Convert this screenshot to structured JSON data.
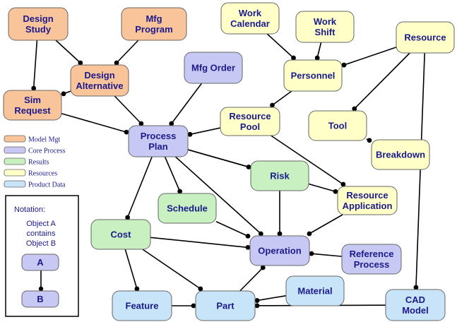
{
  "colors": {
    "model_mgt": "#f9c49a",
    "core_process": "#c8c8f4",
    "results": "#c8f0c0",
    "resources": "#ffffc8",
    "product_data": "#c8e4f8",
    "text": "#1a1a8c"
  },
  "nodes": {
    "design_study": {
      "lines": [
        "Design",
        "Study"
      ],
      "category": "model_mgt"
    },
    "mfg_program": {
      "lines": [
        "Mfg",
        "Program"
      ],
      "category": "model_mgt"
    },
    "design_alternative": {
      "lines": [
        "Design",
        "Alternative"
      ],
      "category": "model_mgt"
    },
    "sim_request": {
      "lines": [
        "Sim",
        "Request"
      ],
      "category": "model_mgt"
    },
    "mfg_order": {
      "lines": [
        "Mfg Order"
      ],
      "category": "core_process"
    },
    "process_plan": {
      "lines": [
        "Process",
        "Plan"
      ],
      "category": "core_process"
    },
    "operation": {
      "lines": [
        "Operation"
      ],
      "category": "core_process"
    },
    "reference_process": {
      "lines": [
        "Reference",
        "Process"
      ],
      "category": "core_process"
    },
    "work_calendar": {
      "lines": [
        "Work",
        "Calendar"
      ],
      "category": "resources"
    },
    "work_shift": {
      "lines": [
        "Work",
        "Shift"
      ],
      "category": "resources"
    },
    "resource": {
      "lines": [
        "Resource"
      ],
      "category": "resources"
    },
    "personnel": {
      "lines": [
        "Personnel"
      ],
      "category": "resources"
    },
    "resource_pool": {
      "lines": [
        "Resource",
        "Pool"
      ],
      "category": "resources"
    },
    "tool": {
      "lines": [
        "Tool"
      ],
      "category": "resources"
    },
    "breakdown": {
      "lines": [
        "Breakdown"
      ],
      "category": "resources"
    },
    "resource_application": {
      "lines": [
        "Resource",
        "Application"
      ],
      "category": "resources"
    },
    "risk": {
      "lines": [
        "Risk"
      ],
      "category": "results"
    },
    "schedule": {
      "lines": [
        "Schedule"
      ],
      "category": "results"
    },
    "cost": {
      "lines": [
        "Cost"
      ],
      "category": "results"
    },
    "feature": {
      "lines": [
        "Feature"
      ],
      "category": "product_data"
    },
    "part": {
      "lines": [
        "Part"
      ],
      "category": "product_data"
    },
    "material": {
      "lines": [
        "Material"
      ],
      "category": "product_data"
    },
    "cad_model": {
      "lines": [
        "CAD",
        "Model"
      ],
      "category": "product_data"
    }
  },
  "edges": [
    {
      "from": "design_study",
      "to": "design_alternative"
    },
    {
      "from": "design_study",
      "to": "sim_request"
    },
    {
      "from": "mfg_program",
      "to": "design_alternative"
    },
    {
      "from": "design_alternative",
      "to": "sim_request"
    },
    {
      "from": "design_alternative",
      "to": "process_plan"
    },
    {
      "from": "sim_request",
      "to": "process_plan"
    },
    {
      "from": "mfg_order",
      "to": "process_plan"
    },
    {
      "from": "work_calendar",
      "to": "personnel"
    },
    {
      "from": "work_shift",
      "to": "personnel"
    },
    {
      "from": "resource",
      "to": "personnel"
    },
    {
      "from": "resource",
      "to": "tool"
    },
    {
      "from": "resource",
      "to": "cad_model"
    },
    {
      "from": "personnel",
      "to": "resource_pool"
    },
    {
      "from": "tool",
      "to": "breakdown"
    },
    {
      "from": "resource_pool",
      "to": "process_plan"
    },
    {
      "from": "resource_pool",
      "to": "resource_application"
    },
    {
      "from": "process_plan",
      "to": "risk"
    },
    {
      "from": "process_plan",
      "to": "resource_application"
    },
    {
      "from": "process_plan",
      "to": "operation"
    },
    {
      "from": "process_plan",
      "to": "schedule"
    },
    {
      "from": "process_plan",
      "to": "cost"
    },
    {
      "from": "risk",
      "to": "operation"
    },
    {
      "from": "schedule",
      "to": "operation"
    },
    {
      "from": "cost",
      "to": "operation"
    },
    {
      "from": "cost",
      "to": "feature"
    },
    {
      "from": "cost",
      "to": "part"
    },
    {
      "from": "resource_application",
      "to": "operation"
    },
    {
      "from": "reference_process",
      "to": "operation"
    },
    {
      "from": "part",
      "to": "operation"
    },
    {
      "from": "feature",
      "to": "part"
    },
    {
      "from": "material",
      "to": "part"
    },
    {
      "from": "cad_model",
      "to": "part"
    }
  ],
  "legend": [
    {
      "label": "Model Mgt",
      "category": "model_mgt"
    },
    {
      "label": "Core Process",
      "category": "core_process"
    },
    {
      "label": "Results",
      "category": "results"
    },
    {
      "label": "Resources",
      "category": "resources"
    },
    {
      "label": "Product Data",
      "category": "product_data"
    }
  ],
  "notation": {
    "title": "Notation:",
    "description": [
      "Object A",
      "contains",
      "Object B"
    ],
    "node_a": "A",
    "node_b": "B"
  }
}
